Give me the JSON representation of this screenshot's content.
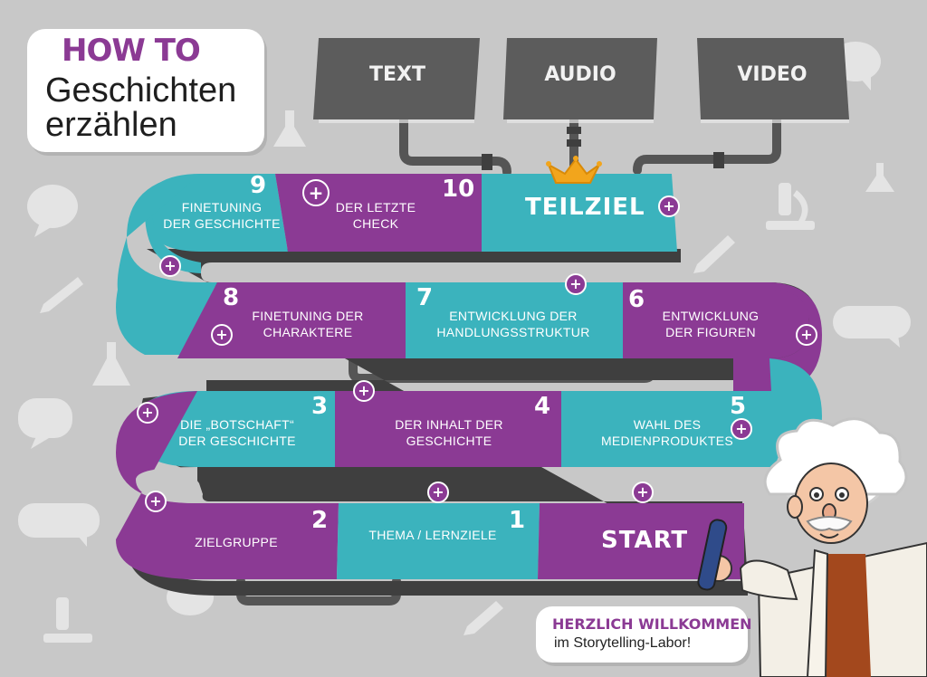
{
  "title": {
    "how_to": "HOW TO",
    "line1": "Geschichten",
    "line2": "erzählen"
  },
  "media": {
    "text": "TEXT",
    "audio": "AUDIO",
    "video": "VIDEO"
  },
  "steps": {
    "s1": {
      "num": "1",
      "label": "THEMA / LERNZIELE"
    },
    "s2": {
      "num": "2",
      "label": "ZIELGRUPPE"
    },
    "s3": {
      "num": "3",
      "label1": "DIE „BOTSCHAFT“",
      "label2": "DER GESCHICHTE"
    },
    "s4": {
      "num": "4",
      "label1": "DER INHALT DER",
      "label2": "GESCHICHTE"
    },
    "s5": {
      "num": "5",
      "label1": "WAHL DES",
      "label2": "MEDIENPRODUKTES"
    },
    "s6": {
      "num": "6",
      "label1": "ENTWICKLUNG",
      "label2": "DER FIGUREN"
    },
    "s7": {
      "num": "7",
      "label1": "ENTWICKLUNG DER",
      "label2": "HANDLUNGSSTRUKTUR"
    },
    "s8": {
      "num": "8",
      "label1": "FINETUNING DER",
      "label2": "CHARAKTERE"
    },
    "s9": {
      "num": "9",
      "label1": "FINETUNING",
      "label2": "DER GESCHICHTE"
    },
    "s10": {
      "num": "10",
      "label1": "DER LETZTE",
      "label2": "CHECK"
    }
  },
  "start_label": "START",
  "goal_label": "TEILZIEL",
  "plus_symbol": "+",
  "welcome": {
    "line1": "HERZLICH WILLKOMMEN",
    "line2": "im Storytelling-Labor!"
  },
  "colors": {
    "purple": "#8b3a94",
    "teal": "#3bb3bd",
    "board": "#5c5c5c",
    "background": "#c8c8c8",
    "crown": "#f2a51c"
  },
  "icons": [
    "crown-icon",
    "plus-icon",
    "flask-icon",
    "microscope-icon",
    "pencil-icon",
    "speech-bubble-icon",
    "professor-character"
  ]
}
